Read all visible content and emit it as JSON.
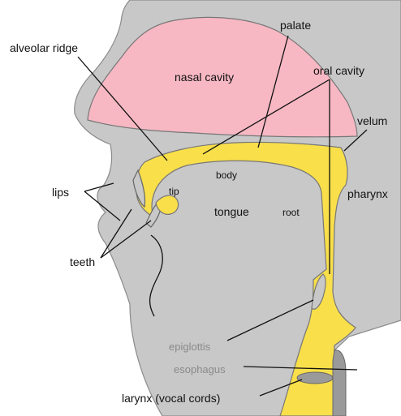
{
  "labels": {
    "alveolar_ridge": "alveolar ridge",
    "palate": "palate",
    "oral_cavity": "oral cavity",
    "nasal_cavity": "nasal cavity",
    "velum": "velum",
    "lips": "lips",
    "tip": "tip",
    "body": "body",
    "tongue": "tongue",
    "root": "root",
    "pharynx": "pharynx",
    "teeth": "teeth",
    "epiglottis": "epiglottis",
    "esophagus": "esophagus",
    "larynx": "larynx (vocal cords)"
  },
  "colors": {
    "head": "#c8c8c8",
    "nasal_cavity": "#f7b8c3",
    "oral_cavity": "#f9df4a",
    "outline": "#777777",
    "muted_label": "#8a8a8a"
  }
}
